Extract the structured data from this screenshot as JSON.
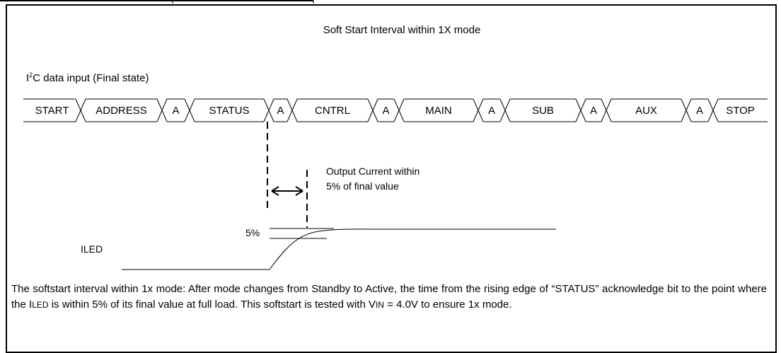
{
  "diagram": {
    "title": "Soft Start Interval within 1X mode",
    "i2c_label": {
      "prefix": "I",
      "superscript": "2",
      "suffix": "C data input (Final state)"
    },
    "bus_segments": [
      "START",
      "ADDRESS",
      "A",
      "STATUS",
      "A",
      "CNTRL",
      "A",
      "MAIN",
      "A",
      "SUB",
      "A",
      "AUX",
      "A",
      "STOP"
    ],
    "annotation": {
      "line1": "Output Current within",
      "line2": "5% of final value"
    },
    "percent_label": "5%",
    "waveform_label": "ILED"
  },
  "caption": {
    "part1": "The softstart interval within 1x mode:   After mode changes from Standby to Active, the time from the rising edge of “STATUS” acknowledge bit to the point where the ",
    "iled_main": "I",
    "iled_small": "LED",
    "part2": " is within 5% of its final value at full load. This softstart is tested with V",
    "vin_small": "IN",
    "part3": " = 4.0V to ensure 1x mode."
  }
}
